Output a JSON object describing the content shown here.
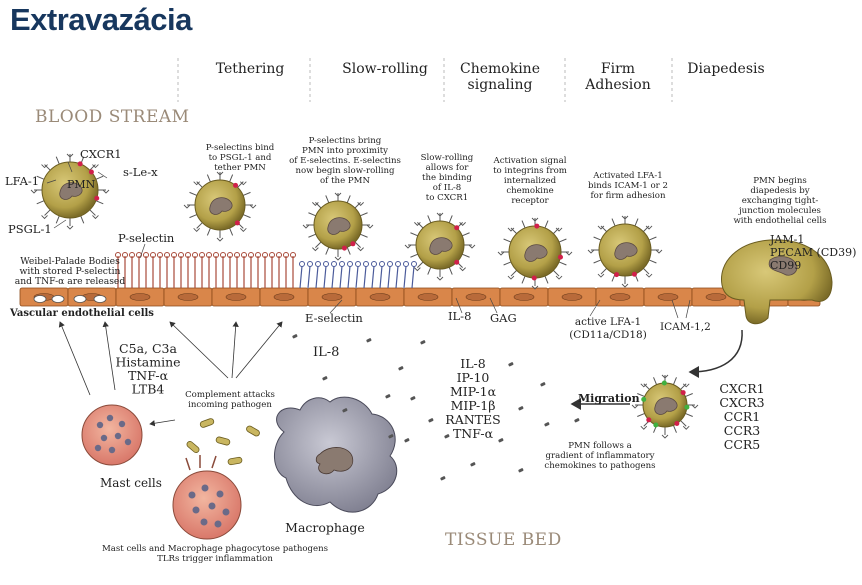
{
  "title": "Extravazácia",
  "stages": [
    "Tethering",
    "Slow-rolling",
    "Chemokine\nsignaling",
    "Firm\nAdhesion",
    "Diapedesis"
  ],
  "regions": {
    "blood": "BLOOD STREAM",
    "tissue": "TISSUE BED"
  },
  "pmn": {
    "label": "PMN",
    "receptors": [
      "CXCR1",
      "LFA-1",
      "s-Le-x",
      "PSGL-1"
    ]
  },
  "labels": {
    "p_selectin": "P-selectin",
    "weibel": "Weibel-Palade Bodies\nwith stored P-selectin\nand TNF-α are released",
    "vascular": "Vascular endothelial cells",
    "e_selectin": "E-selectin",
    "il8_top": "IL-8",
    "gag": "GAG",
    "active_lfa": "active LFA-1\n(CD11a/CD18)",
    "icam": "ICAM-1,2",
    "jam": "JAM-1\nPECAM (CD39)\nCD99",
    "migration": "Migration",
    "macrophage": "Macrophage",
    "mast_cells": "Mast cells",
    "complement": "Complement attacks\nincoming pathogen",
    "mast_macro": "Mast cells and Macrophage phagocytose pathogens\nTLRs trigger inflammation",
    "pmn_follows": "PMN follows a\ngradient of inflammatory\nchemokines to pathogens",
    "il8_mid": "IL-8"
  },
  "notes": {
    "tether": "P-selectins bind\nto PSGL-1 and\ntether PMN",
    "slowroll": "P-selectins bring\nPMN into proximity\nof E-selectins. E-selectins\nnow begin slow-rolling\nof the PMN",
    "il8bind": "Slow-rolling\nallows for\nthe binding\nof IL-8\nto CXCR1",
    "activation": "Activation signal\nto integrins from\ninternalized\nchemokine\nreceptor",
    "lfa": "Activated LFA-1\nbinds ICAM-1 or 2\nfor firm adhesion",
    "diapedesis": "PMN begins\ndiapedesis by\nexchanging tight-\njunction molecules\nwith endothelial cells"
  },
  "mediators": [
    "C5a, C3a",
    "Histamine",
    "TNF-α",
    "LTB4"
  ],
  "chemokines": [
    "IL-8",
    "IP-10",
    "MIP-1α",
    "MIP-1β",
    "RANTES",
    "TNF-α"
  ],
  "receptors": [
    "CXCR1",
    "CXCR3",
    "CCR1",
    "CCR3",
    "CCR5"
  ],
  "colors": {
    "title": "#17375e",
    "cell": "#b3a048",
    "endothelium": "#d9864a",
    "nucleus": "#8a7a70",
    "region": "#9a8a78"
  }
}
